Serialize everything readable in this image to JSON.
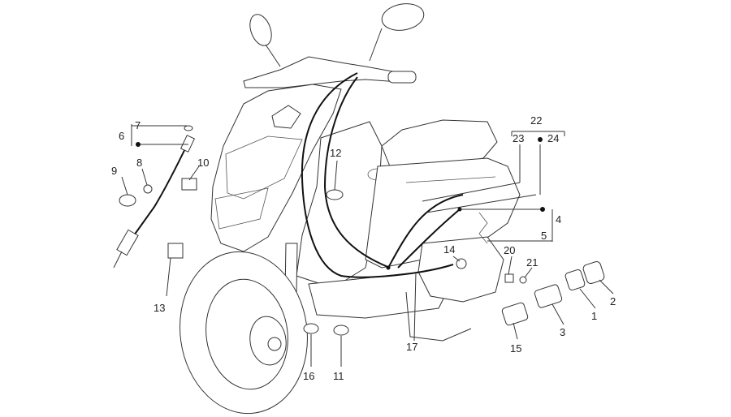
{
  "diagram": {
    "labels": {
      "l1": "1",
      "l2": "2",
      "l3": "3",
      "l4": "4",
      "l5": "5",
      "l6": "6",
      "l7": "7",
      "l8": "8",
      "l9": "9",
      "l10": "10",
      "l11": "11",
      "l12": "12",
      "l13": "13",
      "l14": "14",
      "l15": "15",
      "l16": "16",
      "l17": "17",
      "l20": "20",
      "l21": "21",
      "l22": "22",
      "l23": "23",
      "l24": "24"
    }
  }
}
